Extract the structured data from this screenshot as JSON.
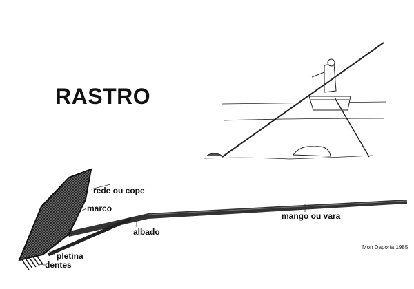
{
  "title": "RASTRO",
  "labels": {
    "net": "rede ou cope",
    "frame": "marco",
    "joint": "albado",
    "plate": "pletina",
    "teeth": "dentes",
    "handle": "mango ou vara"
  },
  "credit": "Mon Daporta 1985"
}
